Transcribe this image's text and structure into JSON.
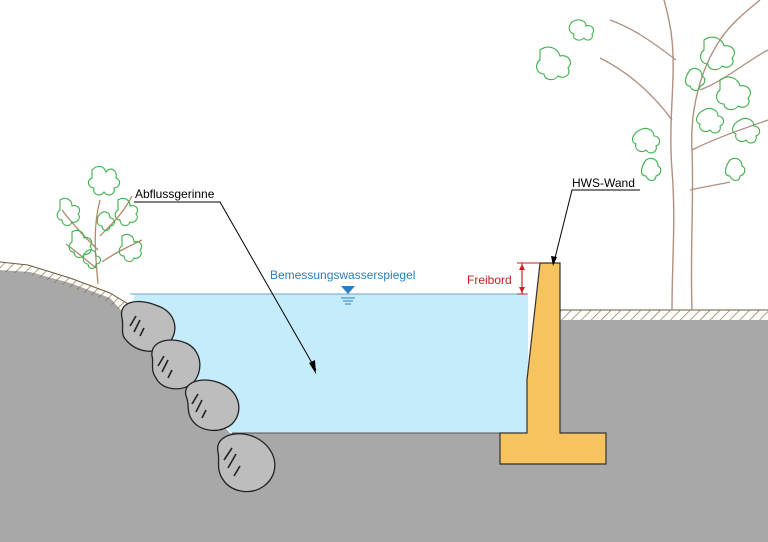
{
  "labels": {
    "channel": "Abflussgerinne",
    "design_water_level": "Bemessungswasserspiegel",
    "freeboard": "Freibord",
    "flood_wall": "HWS-Wand"
  },
  "colors": {
    "ground": "#a8a8a8",
    "water": "#c4ecfb",
    "water_line": "#2a7fc0",
    "wall": "#f7c35e",
    "freeboard": "#c82020",
    "rock": "#bdbdbd",
    "vegetation": "#3cb04a",
    "hatch": "#8a6a3a"
  },
  "icons": {
    "water_level_marker": "triangle-down-water-level-icon"
  }
}
